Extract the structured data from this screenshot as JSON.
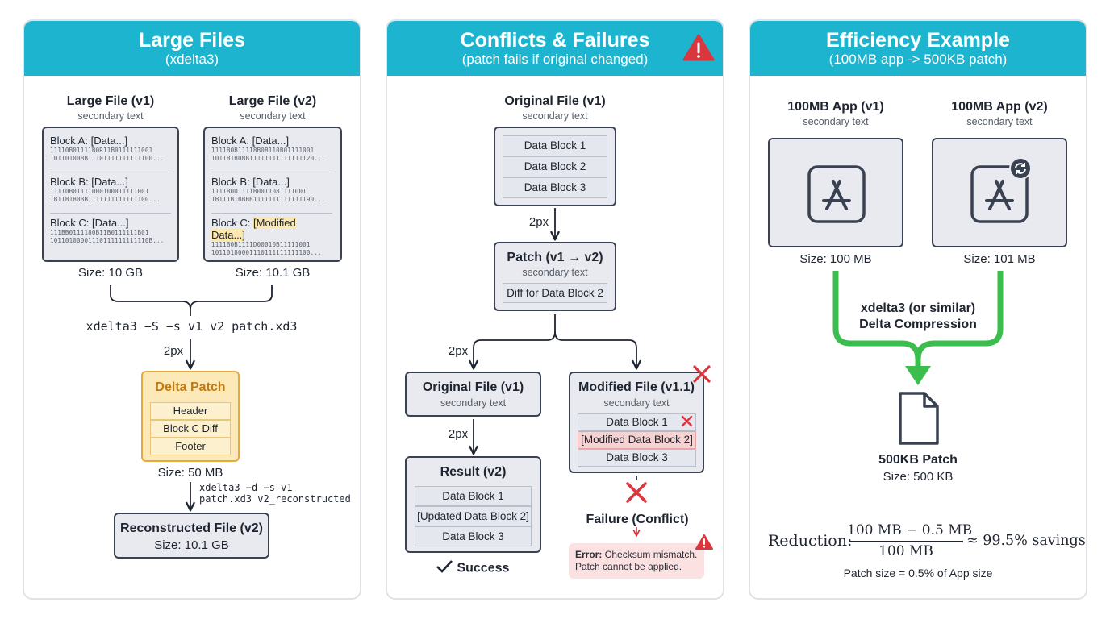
{
  "panels": {
    "large_files": {
      "title": "Large Files",
      "subtitle": "(xdelta3)",
      "file_v1": {
        "title": "Large File (v1)",
        "secondary": "secondary text",
        "blocks": [
          {
            "label": "Block A: [Data...]",
            "bits1": "11110B01111B0R11B0111111001",
            "bits2": "10110100BB11101111111111100..."
          },
          {
            "label": "Block B: [Data...]",
            "bits1": "11110B01111000100011111001",
            "bits2": "1B11B1B0BB1111111111111100..."
          },
          {
            "label": "Block C: [Data...]",
            "bits1": "111BB0111180B11B0111111B01",
            "bits2": "10110100001110111111111110B..."
          }
        ],
        "size": "Size: 10 GB"
      },
      "file_v2": {
        "title": "Large File (v2)",
        "secondary": "secondary text",
        "blocks": [
          {
            "label": "Block A: [Data...]",
            "bits1": "1111B0B11118B0B110B01111001",
            "bits2": "1011B1B0BB11111111111111120..."
          },
          {
            "label": "Block B: [Data...]",
            "bits1": "1111B0D1111B0011081111001",
            "bits2": "1B111B1BBBB1111111111111190..."
          },
          {
            "label_prefix": "Block C: ",
            "label_highlight": "[Modified Data...]",
            "bits1": "1111B0B1111D00010B11111001",
            "bits2": "10110180001110111111111100..."
          }
        ],
        "size": "Size: 10.1 GB"
      },
      "command": "xdelta3 −S −s v1 v2 patch.xd3",
      "arrow_label": "2px",
      "delta_patch": {
        "title": "Delta Patch",
        "rows": [
          "Header",
          "Block C Diff",
          "Footer"
        ],
        "size": "Size: 50 MB"
      },
      "decode_command_line1": "xdelta3 −d −s v1",
      "decode_command_line2": "patch.xd3 v2_reconstructed",
      "reconstructed": {
        "title": "Reconstructed File (v2)",
        "size": "Size: 10.1 GB"
      }
    },
    "conflicts": {
      "title": "Conflicts & Failures",
      "subtitle": "(patch fails if original changed)",
      "original_top": {
        "title": "Original File (v1)",
        "secondary": "secondary text",
        "rows": [
          "Data Block 1",
          "Data Block 2",
          "Data Block 3"
        ]
      },
      "arrow_label_1": "2px",
      "patch": {
        "title": "Patch (v1 → v2)",
        "secondary": "secondary text",
        "rows": [
          "Diff for Data Block 2"
        ]
      },
      "arrow_label_2": "2px",
      "original_left": {
        "title": "Original File (v1)",
        "secondary": "secondary text"
      },
      "arrow_label_3": "2px",
      "result": {
        "title": "Result (v2)",
        "rows": [
          "Data Block 1",
          "[Updated Data Block 2]",
          "Data Block 3"
        ],
        "status": "Success"
      },
      "modified": {
        "title": "Modified File (v1.1)",
        "secondary": "secondary text",
        "rows": [
          "Data Block 1",
          "[Modified Data Block 2]",
          "Data Block 3"
        ]
      },
      "failure": {
        "title": "Failure (Conflict)",
        "error_label": "Error:",
        "error_text": " Checksum mismatch.",
        "error_text2": "Patch cannot be applied."
      }
    },
    "efficiency": {
      "title": "Efficiency Example",
      "subtitle": "(100MB app -> 500KB patch)",
      "app_v1": {
        "title": "100MB App (v1)",
        "secondary": "secondary text",
        "size": "Size: 100 MB"
      },
      "app_v2": {
        "title": "100MB App (v2)",
        "secondary": "secondary text",
        "size": "Size: 101 MB"
      },
      "compression_line1": "xdelta3 (or similar)",
      "compression_line2": "Delta Compression",
      "patch": {
        "title": "500KB Patch",
        "size": "Size: 500 KB"
      },
      "formula_label": "Reduction:",
      "formula_numerator": "100 MB − 0.5 MB",
      "formula_denominator": "100 MB",
      "formula_result": "≈ 99.5% savings",
      "footnote": "Patch size = 0.5% of App size"
    }
  },
  "colors": {
    "header": "#1db4cf",
    "delta_patch_fill": "#fde9b8",
    "delta_patch_border": "#e8a93c",
    "failure_red": "#d9363e",
    "compression_green": "#3cbe4f",
    "modified_row": "#f6d3d3",
    "error_box": "#fbe1e1"
  },
  "icons": [
    "warning-icon",
    "cross-icon",
    "check-icon",
    "app-store-icon",
    "sync-icon",
    "document-icon",
    "arrow-icon"
  ]
}
